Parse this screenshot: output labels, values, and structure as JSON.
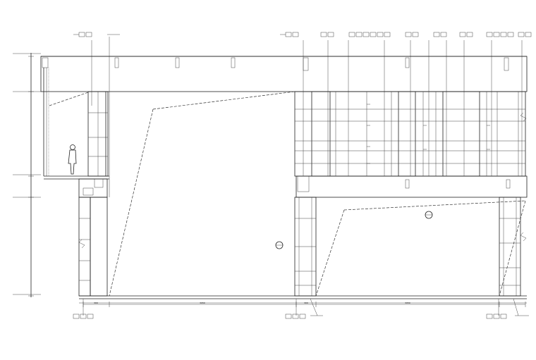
{
  "drawing": {
    "dimensions_bottom": [
      "300",
      "3050",
      "300",
      "3050"
    ]
  }
}
